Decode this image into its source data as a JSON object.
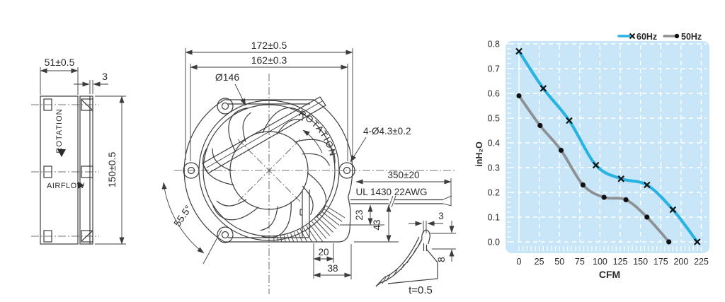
{
  "side_view": {
    "dim_width": "51±0.5",
    "dim_flange": "3",
    "dim_height": "150±0.5",
    "rotation_label": "ROTATION",
    "airflow_label": "AIRFLOW"
  },
  "front_view": {
    "dim_overall_width": "172±0.5",
    "dim_hole_pitch": "162±0.3",
    "dim_impeller": "Ø146",
    "dim_mount_holes": "4-Ø4.3±0.2",
    "rotation_label": "ROTATION",
    "dim_angle": "55.5°",
    "dim_lead_wire": "350±20",
    "lead_wire_spec": "UL 1430 22AWG",
    "dim_23": "23",
    "dim_43": "43",
    "dim_20": "20",
    "dim_38": "38"
  },
  "detail_view": {
    "dim_width": "3",
    "dim_height": "8",
    "dim_thickness": "t=0.5"
  },
  "chart_data": {
    "type": "line",
    "xlabel": "CFM",
    "ylabel": "inH₂O",
    "xlim": [
      0,
      225
    ],
    "ylim": [
      0,
      0.8
    ],
    "x_ticks": [
      "0",
      "25",
      "50",
      "75",
      "100",
      "125",
      "150",
      "175",
      "200",
      "225"
    ],
    "y_ticks": [
      "0.0",
      "0.1",
      "0.2",
      "0.3",
      "0.4",
      "0.5",
      "0.6",
      "0.7",
      "0.8"
    ],
    "grid": true,
    "legend_position": "top-right",
    "plot_bg": "#c8e6f7",
    "grid_color": "#ffffff",
    "marker_color": "#111111",
    "series": [
      {
        "name": "60Hz",
        "color": "#29b3e3",
        "marker": "x",
        "points": [
          [
            0,
            0.77
          ],
          [
            30,
            0.62
          ],
          [
            62,
            0.49
          ],
          [
            95,
            0.31
          ],
          [
            126,
            0.255
          ],
          [
            158,
            0.23
          ],
          [
            190,
            0.13
          ],
          [
            220,
            0.0
          ]
        ]
      },
      {
        "name": "50Hz",
        "color": "#8d9194",
        "marker": "dot",
        "points": [
          [
            0,
            0.59
          ],
          [
            26,
            0.47
          ],
          [
            52,
            0.37
          ],
          [
            79,
            0.23
          ],
          [
            105,
            0.18
          ],
          [
            132,
            0.17
          ],
          [
            158,
            0.1
          ],
          [
            185,
            0.0
          ]
        ]
      }
    ]
  }
}
